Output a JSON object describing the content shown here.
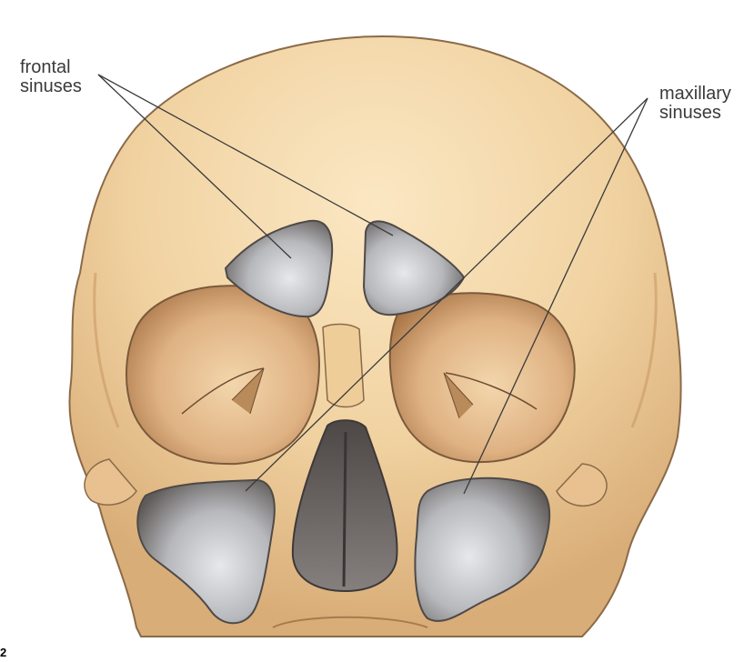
{
  "labels": {
    "frontal": {
      "line1": "frontal",
      "line2": "sinuses"
    },
    "maxillary": {
      "line1": "maxillary",
      "line2": "sinuses"
    }
  },
  "page_number": "2",
  "colors": {
    "bone": "#f1d3a2",
    "bone_shadow": "#c9955a",
    "outline": "#8a6a48",
    "sinus_light": "#d4d7dc",
    "sinus_dark": "#6e6a68",
    "label_text": "#3a3a3a"
  }
}
